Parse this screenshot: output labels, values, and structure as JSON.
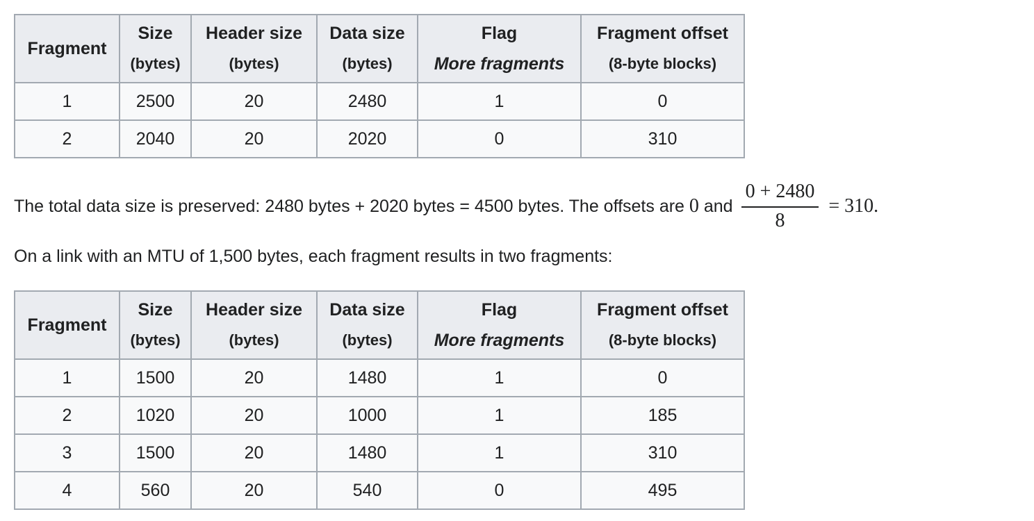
{
  "table_headers": {
    "fragment": "Fragment",
    "size": "Size",
    "size_unit": "(bytes)",
    "header_size": "Header size",
    "header_size_unit": "(bytes)",
    "data_size": "Data size",
    "data_size_unit": "(bytes)",
    "flag": "Flag",
    "flag_sub": "More fragments",
    "offset": "Fragment offset",
    "offset_unit": "(8-byte blocks)"
  },
  "table1": {
    "rows": [
      {
        "fragment": "1",
        "size": "2500",
        "header": "20",
        "data": "2480",
        "flag": "1",
        "offset": "0"
      },
      {
        "fragment": "2",
        "size": "2040",
        "header": "20",
        "data": "2020",
        "flag": "0",
        "offset": "310"
      }
    ]
  },
  "paragraph1": {
    "text": "The total data size is preserved: 2480 bytes + 2020 bytes = 4500 bytes. The offsets are",
    "math_zero": "0",
    "and": "and",
    "frac_numerator": "0 + 2480",
    "frac_denominator": "8",
    "result": "= 310."
  },
  "paragraph2": {
    "text": "On a link with an MTU of 1,500 bytes, each fragment results in two fragments:"
  },
  "table2": {
    "rows": [
      {
        "fragment": "1",
        "size": "1500",
        "header": "20",
        "data": "1480",
        "flag": "1",
        "offset": "0"
      },
      {
        "fragment": "2",
        "size": "1020",
        "header": "20",
        "data": "1000",
        "flag": "1",
        "offset": "185"
      },
      {
        "fragment": "3",
        "size": "1500",
        "header": "20",
        "data": "1480",
        "flag": "1",
        "offset": "310"
      },
      {
        "fragment": "4",
        "size": "560",
        "header": "20",
        "data": "540",
        "flag": "0",
        "offset": "495"
      }
    ]
  },
  "colors": {
    "header_bg": "#eaecf0",
    "cell_bg": "#f8f9fa",
    "border": "#a2a9b1",
    "text": "#202122"
  }
}
